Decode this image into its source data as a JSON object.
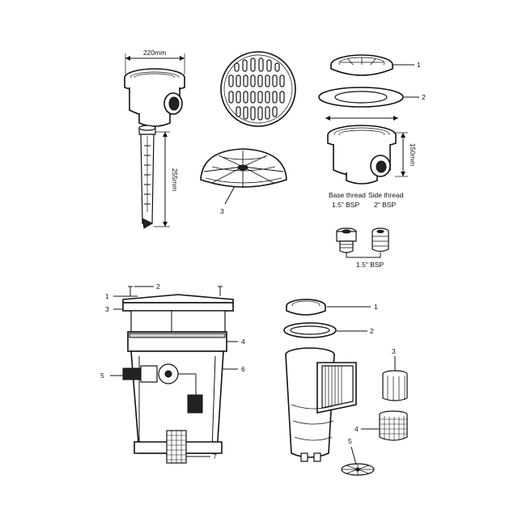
{
  "dimensions": {
    "width_top": "220mm",
    "height_tube": "255mm",
    "height_body": "150mm"
  },
  "threads": {
    "base_line1": "Base thread",
    "base_line2": "1.5\" BSP",
    "side_line1": "Side thread",
    "side_line2": "2\" BSP",
    "plug": "1.5\" BSP"
  },
  "callouts": {
    "grate_left": "3",
    "top_right": [
      "1",
      "2"
    ],
    "bottom_left": [
      "1",
      "2",
      "3",
      "4",
      "5",
      "6",
      "7"
    ],
    "bottom_right": [
      "1",
      "2",
      "3",
      "4",
      "5"
    ]
  }
}
